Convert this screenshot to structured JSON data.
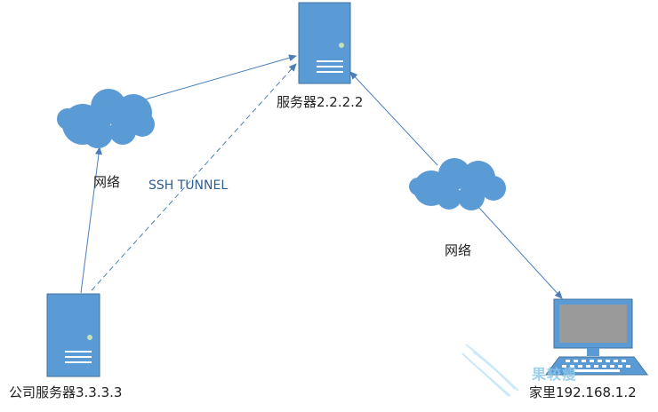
{
  "nodes": {
    "server_main": {
      "label": "服务器2.2.2.2",
      "icon": "server-icon"
    },
    "company_server": {
      "label": "公司服务器3.3.3.3",
      "icon": "server-icon"
    },
    "home_pc": {
      "label": "家里192.168.1.2",
      "icon": "monitor-icon"
    },
    "network_left": {
      "label": "网络",
      "icon": "cloud-icon"
    },
    "network_right": {
      "label": "网络",
      "icon": "cloud-icon"
    }
  },
  "edges": {
    "ssh_tunnel": {
      "label": "SSH TUNNEL",
      "style": "dashed"
    }
  },
  "watermark": {
    "text": "果较瘦"
  },
  "colors": {
    "shape_fill": "#5b9bd5",
    "shape_stroke": "#41719c",
    "edge": "#4a7ebb",
    "led": "#c5e0b4",
    "screen": "#9a9a9a",
    "label_blue": "#2e5d8a",
    "watermark": "#8cc8ea"
  }
}
